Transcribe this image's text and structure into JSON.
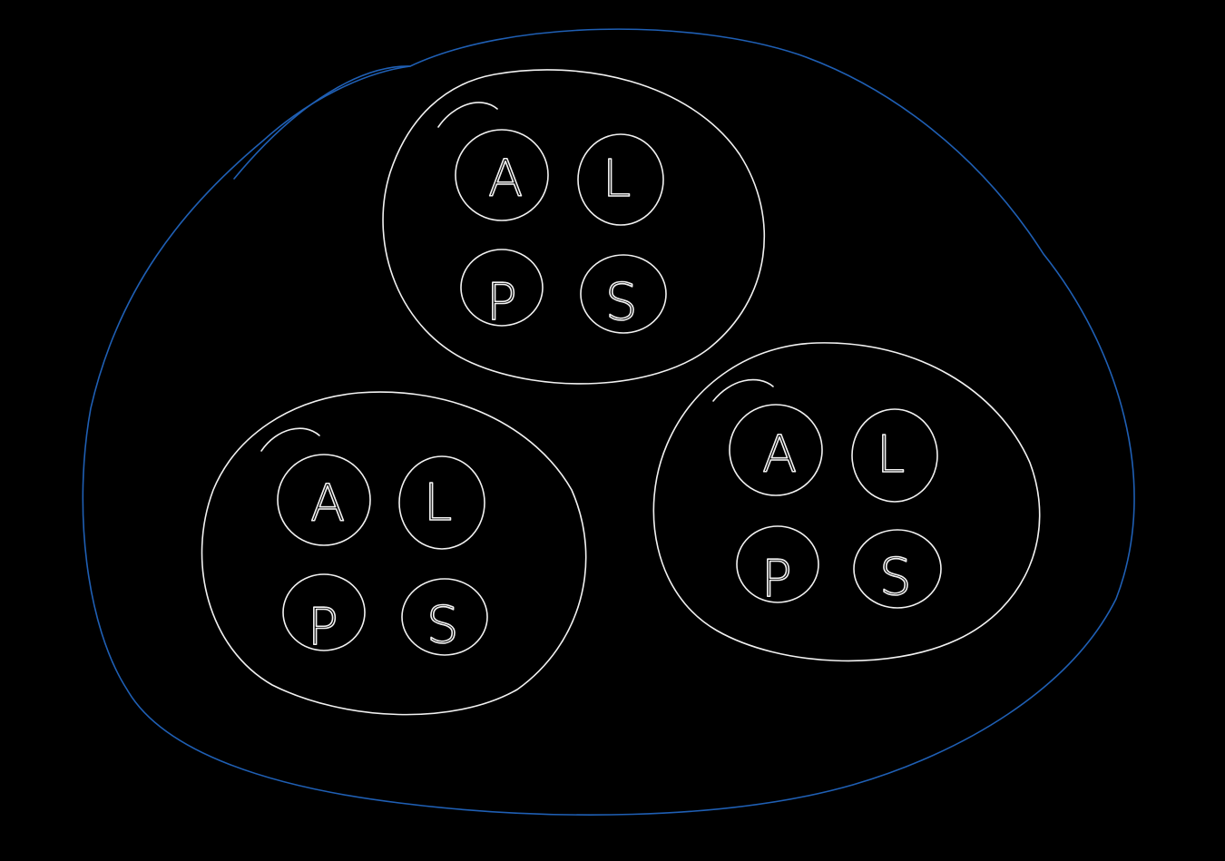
{
  "canvas": {
    "background": "#000000",
    "stroke_white": "#f2f2f2",
    "stroke_blue": "#1f5fb4"
  },
  "diagram": {
    "outer_boundary": "blue-ellipse",
    "groups": [
      {
        "name": "group-top",
        "nodes": [
          {
            "letter": "A"
          },
          {
            "letter": "L"
          },
          {
            "letter": "P"
          },
          {
            "letter": "S"
          }
        ]
      },
      {
        "name": "group-bottom-left",
        "nodes": [
          {
            "letter": "A"
          },
          {
            "letter": "L"
          },
          {
            "letter": "P"
          },
          {
            "letter": "S"
          }
        ]
      },
      {
        "name": "group-bottom-right",
        "nodes": [
          {
            "letter": "A"
          },
          {
            "letter": "L"
          },
          {
            "letter": "P"
          },
          {
            "letter": "S"
          }
        ]
      }
    ]
  }
}
